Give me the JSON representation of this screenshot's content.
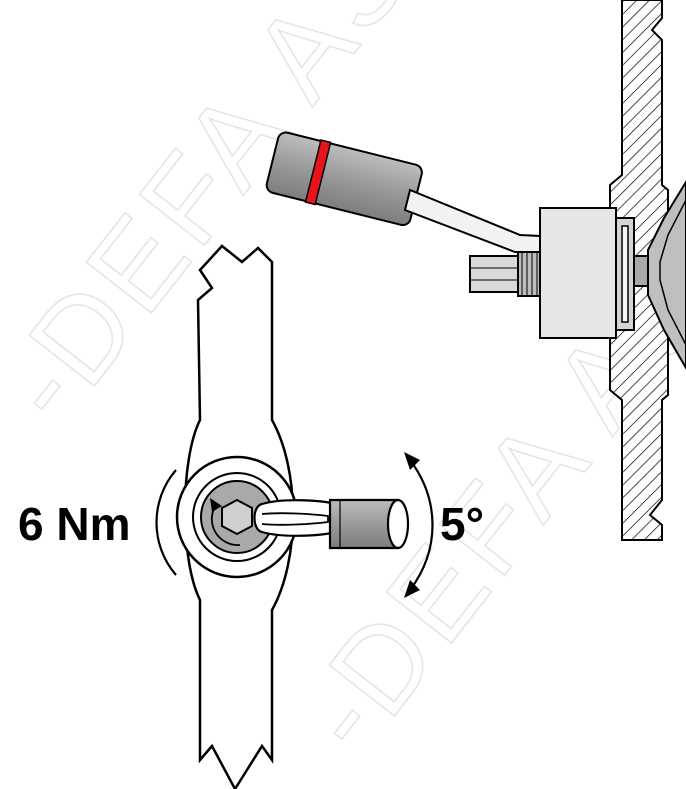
{
  "labels": {
    "torque": "6 Nm",
    "angle": "5°"
  },
  "watermark": "-DEFA AS",
  "colors": {
    "outline": "#000000",
    "part_grey": "#a9a9a9",
    "tool_grey": "#8f8f8f",
    "light_grey": "#e6e6e6",
    "marker_red": "#e8141b",
    "hatch": "#000000"
  }
}
